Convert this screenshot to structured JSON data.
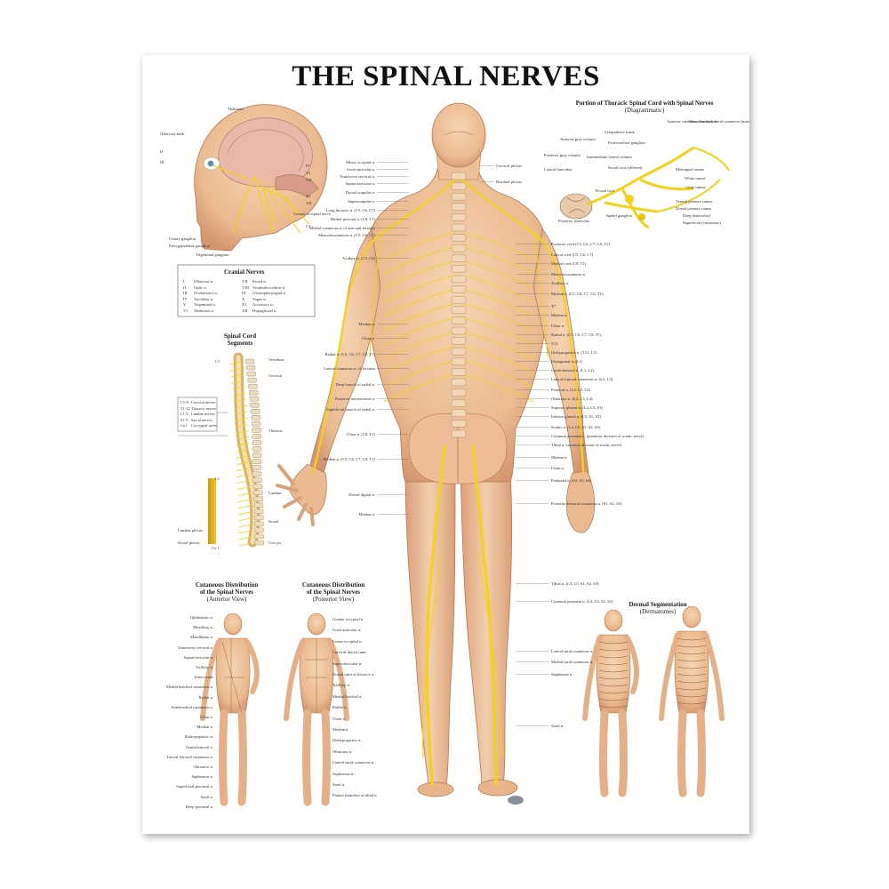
{
  "title": "THE SPINAL NERVES",
  "colors": {
    "skin": "#f2c9a2",
    "skin_dark": "#d99a73",
    "nerve": "#f2d21c",
    "background": "#fffefc"
  },
  "captions": {
    "thoracic": [
      "Portion of Thoracic Spinal Cord with Spinal Nerves",
      "(Diagrammatic)"
    ],
    "cranial_title": "Cranial Nerves",
    "segments": [
      "Spinal Cord",
      "Segments"
    ],
    "cutaneous_anterior": [
      "Cutaneous Distribution",
      "of the Spinal Nerves",
      "(Anterior View)"
    ],
    "cutaneous_posterior": [
      "Cutaneous Distribution",
      "of the Spinal Nerves",
      "(Posterior View)"
    ],
    "dermal": [
      "Dermal Segmentation",
      "(Dermatomes)"
    ]
  },
  "cranial_nerves": [
    [
      "I",
      "Olfactory n.",
      "VII",
      "Facial n."
    ],
    [
      "II",
      "Optic n.",
      "VIII",
      "Vestibulocochlear n."
    ],
    [
      "III",
      "Oculomotor n.",
      "IX",
      "Glossopharyngeal n."
    ],
    [
      "IV",
      "Trochlear n.",
      "X",
      "Vagus n."
    ],
    [
      "V",
      "Trigeminal n.",
      "XI",
      "Accessory n."
    ],
    [
      "VI",
      "Abducens n.",
      "XII",
      "Hypoglossal n."
    ]
  ],
  "segment_legend": [
    [
      "C1-8",
      "Cervical nerves"
    ],
    [
      "T1-12",
      "Thoracic nerves"
    ],
    [
      "L1-5",
      "Lumbar nerves"
    ],
    [
      "S1-5",
      "Sacral nerves"
    ],
    [
      "Co1",
      "Coccygeal nerve"
    ]
  ],
  "segment_labels": {
    "left": [
      "C1",
      "L1",
      "Co 1"
    ],
    "right": [
      "Vertebrae",
      "Cervical",
      "Thoracic",
      "Lumbar",
      "Sacral",
      "Coccyx"
    ],
    "plexus": [
      "Lumbar plexus",
      "Sacral plexus"
    ]
  },
  "head_labels": [
    "Thalamus",
    "Olfactory bulb",
    "II",
    "III",
    "IV",
    "VI",
    "VII",
    "XI",
    "XII",
    "Greater occipital nerve",
    "C4",
    "Ciliary ganglion",
    "Pterygopalatine ganglion",
    "Trigeminal ganglion"
  ],
  "thoracic_labels": [
    "Anterior gray column",
    "Sympathetic trunk",
    "Paravertebral ganglion",
    "Posterior gray column",
    "Intermediate lateral column",
    "Lateral funiculus",
    "Sacral root (afferent)",
    "Dorsal root",
    "Spinal ganglion",
    "Posterior funiculus",
    "Anterior cutaneous branch",
    "Muscular branch",
    "Lateral cutaneous branch",
    "Meningeal ramus",
    "White ramus",
    "Gray ramus",
    "Ventral primary ramus",
    "Dorsal primary ramus",
    "Deep (muscular)",
    "Superficial (cutaneous)"
  ],
  "main_labels_left": [
    "Minor occipital n.",
    "Great auricular n.",
    "Transverse cervical n.",
    "Supraclavicular n.",
    "Dorsal scapular n.",
    "Suprascapular n.",
    "Long thoracic n. (C5, C6, C7)",
    "Medial pectoral n. (C8, T1)",
    "Medial cutaneous n. of arm and forearm",
    "Musculocutaneous n. (C5, C6, C7)",
    "Axillary n. (C5, C6)",
    "Median n.",
    "Ulnar n.",
    "Radial n. (C5, C6, C7, C8, T1)",
    "Lateral cutaneous n. of forearm",
    "Deep branch of radial n.",
    "Posterior interosseous n.",
    "Superficial branch of radial n.",
    "Ulnar n. (C8, T1)",
    "Median n. (C5, C6, C7, C8, T1)",
    "Dorsal digital n.",
    "Median n."
  ],
  "main_labels_right": [
    "Cervical plexus",
    "Brachial plexus",
    "Posterior cord (C5, C6, C7, C8, T1)",
    "Lateral cord (C5, C6, C7)",
    "Medial cord (C8, T1)",
    "Musculocutaneous n.",
    "Axillary n.",
    "Median n. (C5, C6, C7, C8, T1)",
    "T7",
    "Median n.",
    "Ulnar n.",
    "Radial n. (C5, C6, C7, C8, T1)",
    "T12",
    "Iliohypogastric n. (T12, L1)",
    "Ilioinguinal n. (L1)",
    "Genitofemoral n. (L1, L2)",
    "Lateral femoral cutaneous n. (L2, L3)",
    "Femoral n. (L2, L3, L4)",
    "Obturator n. (L2, L3, L4)",
    "Superior gluteal n. (L4, L5, S1)",
    "Inferior gluteal n. (L5, S1, S2)",
    "Sciatic n. (L4, L5, S1, S2, S3)",
    "Common peroneal n. (posterior division of sciatic nerve)",
    "Tibial n. (anterior division of sciatic nerve)",
    "Median n.",
    "Ulnar n.",
    "Pudendal n. (S2, S3, S4)",
    "Posterior femoral cutaneous n. (S1, S2, S3)",
    "Tibial n. (L4, L5, S1, S2, S3)",
    "Common peroneal n. (L4, L5, S1, S2)",
    "Lateral sural cutaneous n.",
    "Medial sural cutaneous n.",
    "Saphenous n.",
    "Sural n."
  ],
  "small_labels_anterior": [
    "Ophthalmic n.",
    "Maxillary n.",
    "Mandibular n.",
    "Transverse cervical n.",
    "Supraclavicular n.",
    "Axillary n.",
    "Intercostals",
    "Medial brachial cutaneous n.",
    "Radial n.",
    "Antebrachial cutaneous n.",
    "Ulnar n.",
    "Median n.",
    "Iliohypogastric n.",
    "Genitofemoral n.",
    "Lateral femoral cutaneous n.",
    "Obturator n.",
    "Saphenous n.",
    "Superficial peroneal n.",
    "Sural n.",
    "Deep peroneal n."
  ],
  "small_labels_posterior": [
    "Greater occipital n.",
    "Great auricular n.",
    "Lesser occipital n.",
    "Cervical dorsal rami",
    "Supraclavicular n.",
    "Dorsal rami of thoracic n.",
    "Axillary n.",
    "Medial brachial n.",
    "Radial n.",
    "Ulnar n.",
    "Median n.",
    "Iliohypogastric n.",
    "Obturator n.",
    "Lateral sural cutaneous n.",
    "Saphenous n.",
    "Sural n.",
    "Plantar branches of tibial n."
  ]
}
